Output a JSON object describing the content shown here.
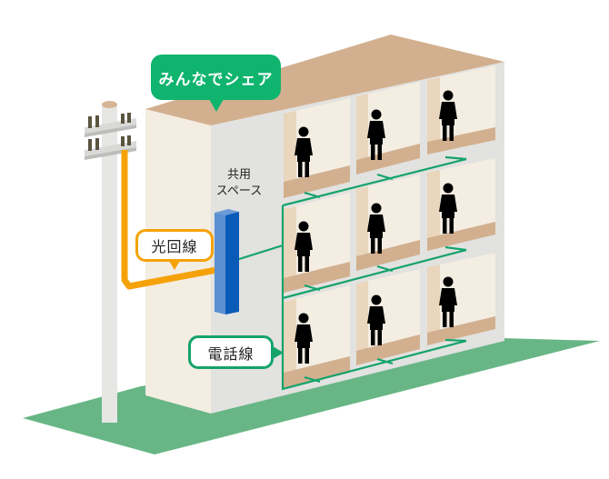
{
  "diagram": {
    "type": "illustration",
    "subject": "Shared line distribution in an apartment building",
    "callouts": {
      "share": "みんなでシェア",
      "fiber_line": "光回線",
      "phone_line": "電話線"
    },
    "shared_space": {
      "line1": "共用",
      "line2": "スペース"
    },
    "building": {
      "floors": 3,
      "units_per_floor": 3,
      "residents": 9
    },
    "colors": {
      "share_callout": "#0fb46e",
      "fiber_line": "#f5a20a",
      "phone_line": "#14a36b",
      "distribution_box": "#0a5bb8",
      "ground": "#68b685",
      "roof": "#d2b08f",
      "wall_front": "#f3ede2",
      "wall_side": "#e2e2e0",
      "room_floor": "#d2b08f",
      "person": "#000000"
    },
    "icons": {
      "utility_pole": "utility-pole-icon",
      "person": "person-icon",
      "distribution_box": "network-box-icon"
    }
  }
}
